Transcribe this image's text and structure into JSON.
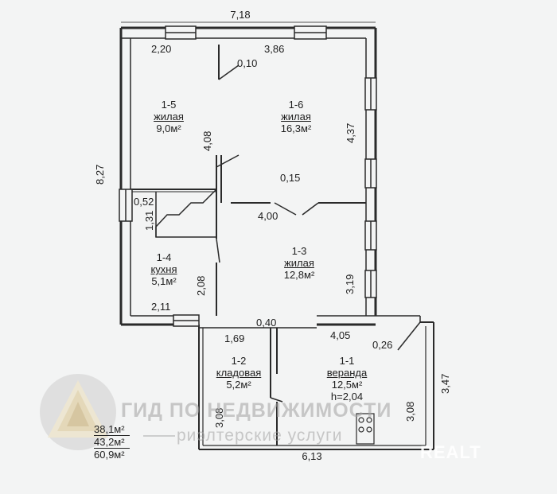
{
  "dimensions": {
    "top_total": "7,18",
    "left_total": "8,27",
    "d_2_20": "2,20",
    "d_3_86": "3,86",
    "d_0_10": "0,10",
    "d_4_08": "4,08",
    "d_4_37": "4,37",
    "d_0_52": "0,52",
    "d_1_31": "1,31",
    "d_0_15": "0,15",
    "d_4_00": "4,00",
    "d_2_08": "2,08",
    "d_3_19": "3,19",
    "d_2_11": "2,11",
    "d_0_40": "0,40",
    "d_4_05": "4,05",
    "d_1_69": "1,69",
    "d_0_26": "0,26",
    "d_3_47": "3,47",
    "d_3_08_left": "3,08",
    "d_3_08_right": "3,08",
    "d_6_13": "6,13"
  },
  "rooms": {
    "r15": {
      "id": "1-5",
      "type": "жилая",
      "area": "9,0м²"
    },
    "r16": {
      "id": "1-6",
      "type": "жилая",
      "area": "16,3м²"
    },
    "r14": {
      "id": "1-4",
      "type": "кухня",
      "area": "5,1м²"
    },
    "r13": {
      "id": "1-3",
      "type": "жилая",
      "area": "12,8м²"
    },
    "r12": {
      "id": "1-2",
      "type": "кладовая",
      "area": "5,2м²"
    },
    "r11": {
      "id": "1-1",
      "type": "веранда",
      "area": "12,5м²",
      "height": "h=2,04"
    }
  },
  "totals": {
    "living": "38,1м²",
    "useful": "43,2м²",
    "total": "60,9м²"
  },
  "watermark": {
    "title": "ГИД ПО НЕДВИЖИМОСТИ",
    "subtitle": "риэлтерские услуги",
    "brand": "REALT"
  },
  "colors": {
    "wall": "#2a2a2a",
    "background": "#f3f4f4"
  }
}
